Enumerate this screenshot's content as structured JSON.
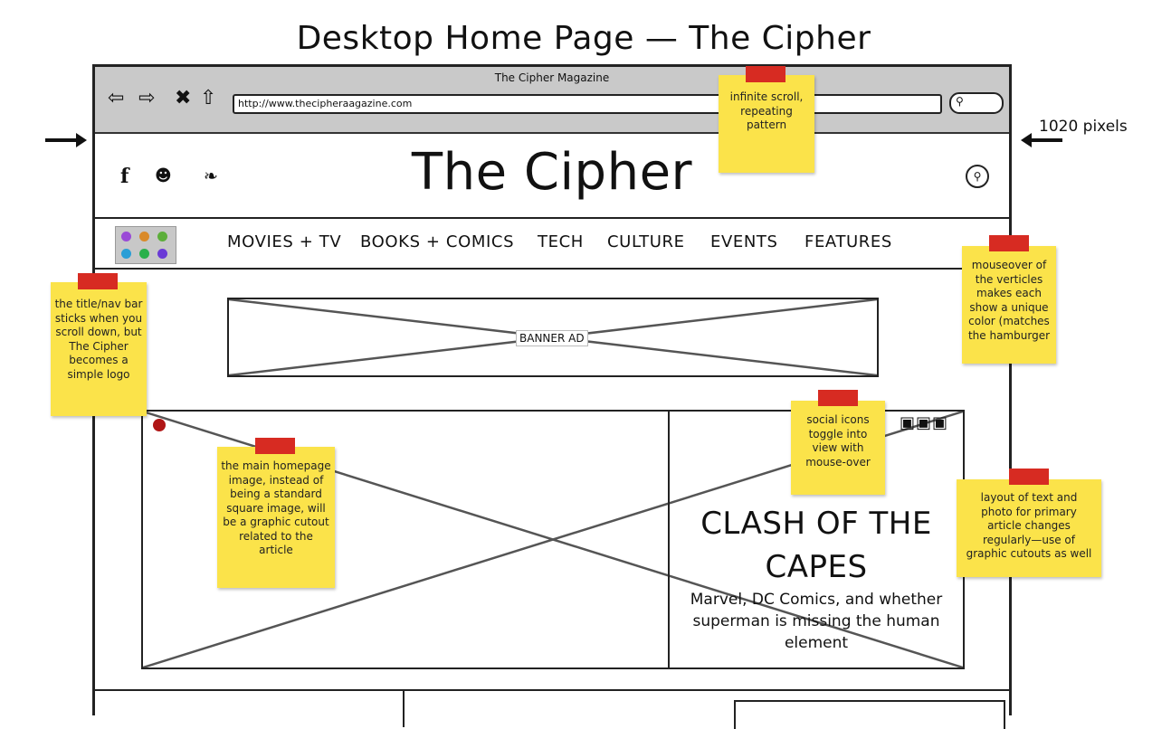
{
  "page_title": "Desktop Home Page — The Cipher",
  "width_annotation": "1020 pixels",
  "browser": {
    "window_title": "The Cipher Magazine",
    "url": "http://www.thecipheraagazine.com",
    "nav_icons": [
      "back-icon",
      "forward-icon",
      "close-icon",
      "home-icon"
    ]
  },
  "site": {
    "brand": "The Cipher",
    "social_icons": [
      "facebook-icon",
      "reddit-icon",
      "twitter-icon"
    ],
    "nav": [
      "MOVIES + TV",
      "BOOKS + COMICS",
      "TECH",
      "CULTURE",
      "EVENTS",
      "FEATURES"
    ],
    "hamburger_colors": [
      "#9a4bd6",
      "#d98a2a",
      "#5cae3a",
      "#2a9ed6",
      "#2ab04a",
      "#6a3ad6"
    ],
    "banner_label": "BANNER AD",
    "hero": {
      "headline_line1": "CLASH OF THE",
      "headline_line2": "CAPES",
      "dek": "Marvel, DC Comics, and whether superman is missing the human element"
    }
  },
  "notes": {
    "infinite_scroll": "infinite scroll, repeating pattern",
    "verticles": "mouseover of the verticles makes each show a unique color (matches the hamburger",
    "sticky_nav": "the title/nav bar sticks when you scroll down, but The Cipher becomes a simple logo",
    "main_image": "the main homepage image, instead of being a standard square image, will be a graphic cutout related to the article",
    "social_toggle": "social icons toggle into view with mouse-over",
    "layout": "layout of text and photo for primary article changes regularly—use of graphic cutouts as well"
  },
  "colors": {
    "note_yellow": "#fbe34a",
    "tape_red": "#d72b22",
    "chrome_gray": "#c9c9c9"
  }
}
